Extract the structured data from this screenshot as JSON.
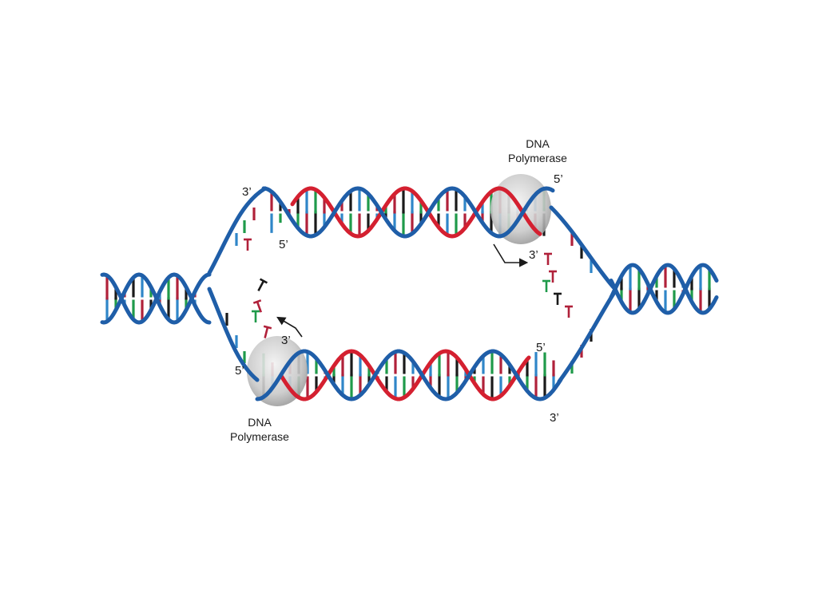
{
  "labels": {
    "top_left_3": "3’",
    "top_inner_5": "5’",
    "top_right_5": "5’",
    "top_right_3": "3’",
    "bottom_left_5": "5’",
    "bottom_left_3": "3’",
    "bottom_right_5": "5’",
    "bottom_right_3": "3’",
    "polymerase_top_line1": "DNA",
    "polymerase_top_line2": "Polymerase",
    "polymerase_bottom_line1": "DNA",
    "polymerase_bottom_line2": "Polymerase"
  },
  "colors": {
    "parent_strand": "#1f5ea8",
    "new_strand": "#d42030",
    "base_blue": "#2f86c8",
    "base_green": "#1f9a4a",
    "base_red": "#b0213a",
    "base_black": "#1a1a1a",
    "polymerase": "#c9c9c9"
  }
}
